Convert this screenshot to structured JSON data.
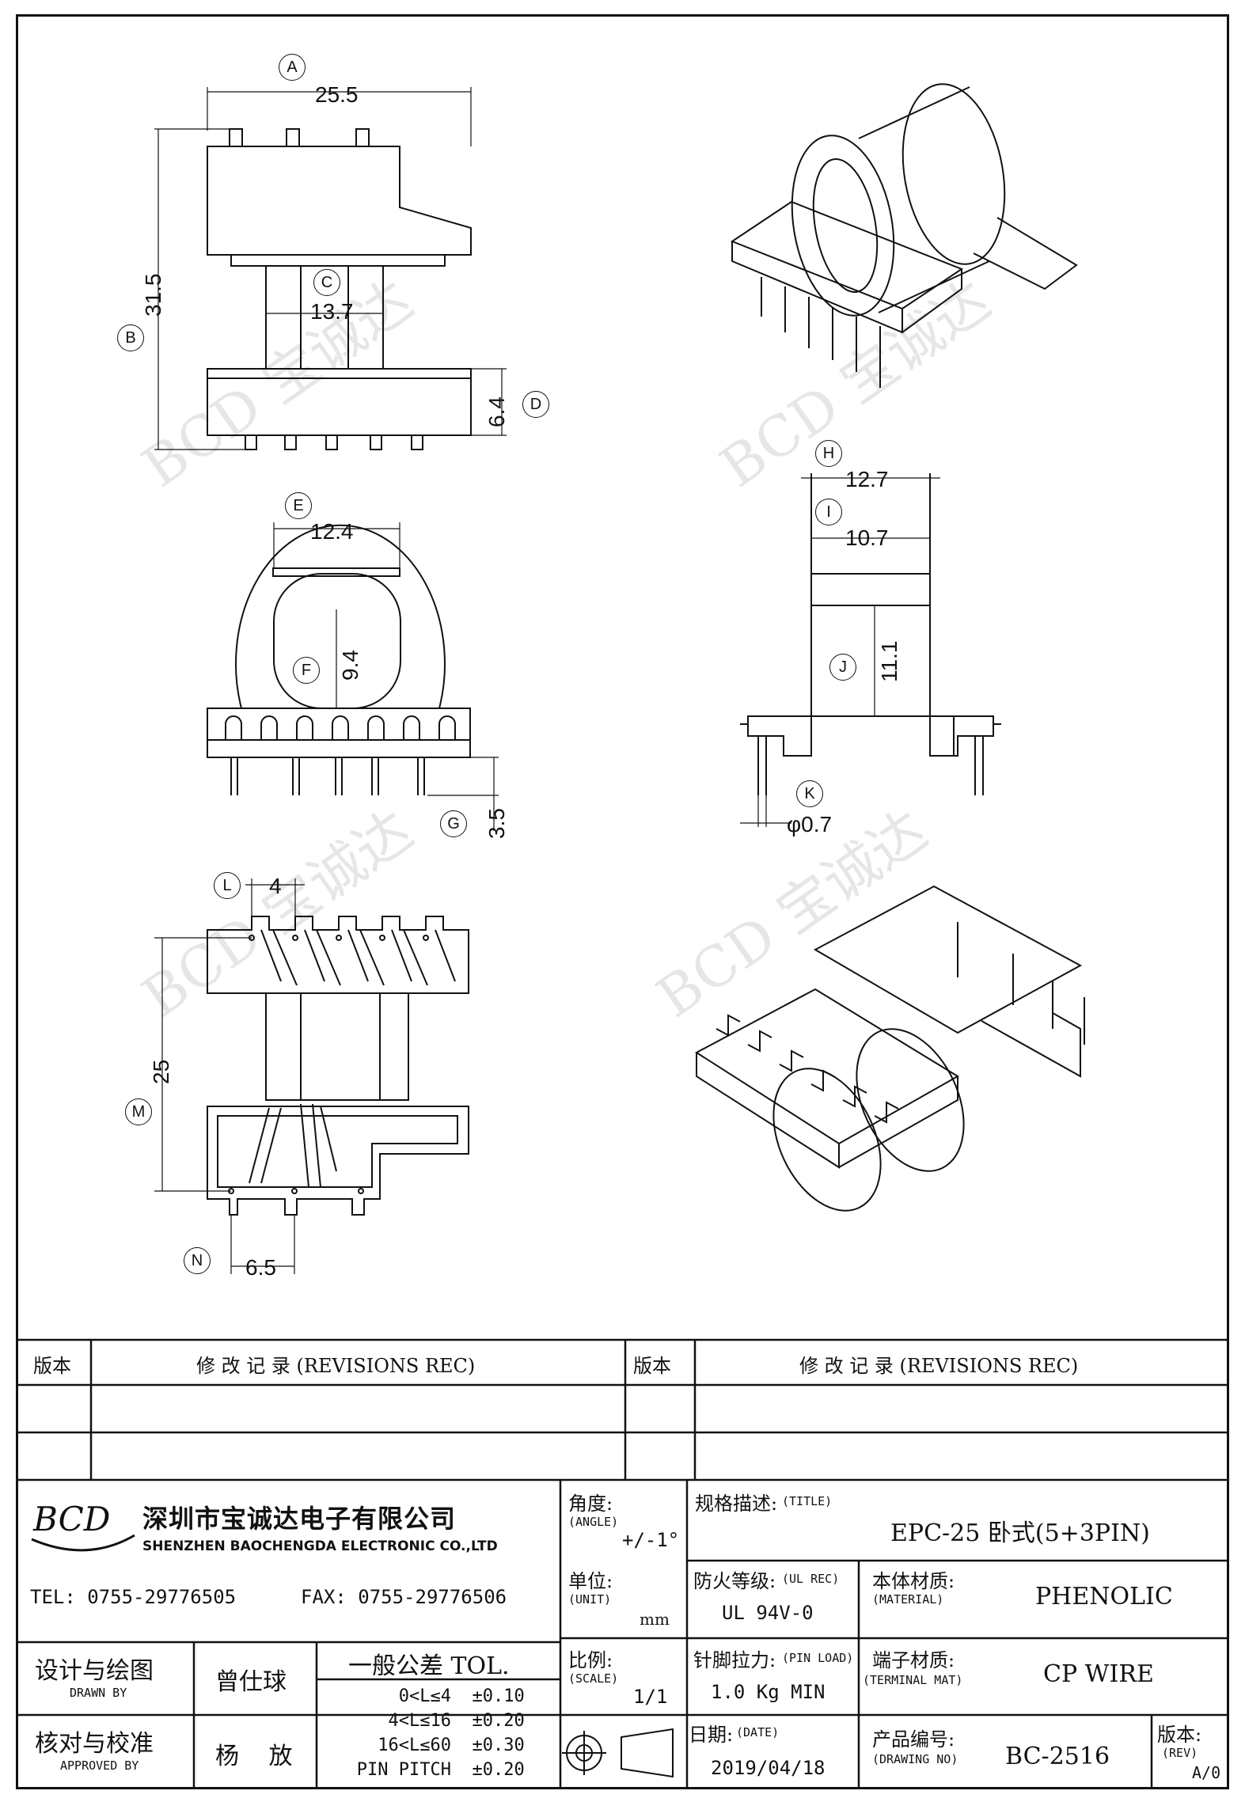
{
  "dims": {
    "A": "A",
    "a_val": "25.5",
    "B": "B",
    "b_val": "31.5",
    "C": "C",
    "c_val": "13.7",
    "D": "D",
    "d_val": "6.4",
    "E": "E",
    "e_val": "12.4",
    "F": "F",
    "f_val": "9.4",
    "G": "G",
    "g_val": "3.5",
    "H": "H",
    "h_val": "12.7",
    "I": "I",
    "i_val": "10.7",
    "J": "J",
    "j_val": "11.1",
    "K": "K",
    "k_val": "φ0.7",
    "L": "L",
    "l_val": "4",
    "M": "M",
    "m_val": "25",
    "N": "N",
    "n_val": "6.5"
  },
  "revisions": {
    "col_version": "版本",
    "col_record": "修 改 记 录 (REVISIONS REC)"
  },
  "company": {
    "logo": "BCD",
    "name_cn": "深圳市宝诚达电子有限公司",
    "name_en": "SHENZHEN BAOCHENGDA ELECTRONIC CO.,LTD",
    "tel": "TEL: 0755-29776505",
    "fax": "FAX: 0755-29776506"
  },
  "titleblock": {
    "angle_label": "角度:",
    "angle_en": "(ANGLE)",
    "angle_val": "+/-1°",
    "title_label": "规格描述:",
    "title_en": "(TITLE)",
    "title_val": "EPC-25 卧式(5+3PIN)",
    "unit_label": "单位:",
    "unit_en": "(UNIT)",
    "unit_val": "mm",
    "ul_label": "防火等级:",
    "ul_en": "(UL REC)",
    "ul_val": "UL 94V-0",
    "mat_label": "本体材质:",
    "mat_en": "(MATERIAL)",
    "mat_val": "PHENOLIC",
    "drawn_label": "设计与绘图",
    "drawn_en": "DRAWN BY",
    "drawn_val": "曾仕球",
    "tol_label": "一般公差 TOL.",
    "tol_rows": [
      {
        "range": "0<L≤4",
        "val": "±0.10"
      },
      {
        "range": "4<L≤16",
        "val": "±0.20"
      },
      {
        "range": "16<L≤60",
        "val": "±0.30"
      },
      {
        "range": "PIN PITCH",
        "val": "±0.20"
      }
    ],
    "scale_label": "比例:",
    "scale_en": "(SCALE)",
    "scale_val": "1/1",
    "pin_label": "针脚拉力:",
    "pin_en": "(PIN LOAD)",
    "pin_val": "1.0 Kg MIN",
    "term_label": "端子材质:",
    "term_en": "(TERMINAL MAT)",
    "term_val": "CP WIRE",
    "approved_label": "核对与校准",
    "approved_en": "APPROVED BY",
    "approved_val": "杨 放",
    "date_label": "日期:",
    "date_en": "(DATE)",
    "date_val": "2019/04/18",
    "dwg_label": "产品编号:",
    "dwg_en": "(DRAWING NO)",
    "dwg_val": "BC-2516",
    "rev_label": "版本:",
    "rev_en": "(REV)",
    "rev_val": "A/0"
  }
}
